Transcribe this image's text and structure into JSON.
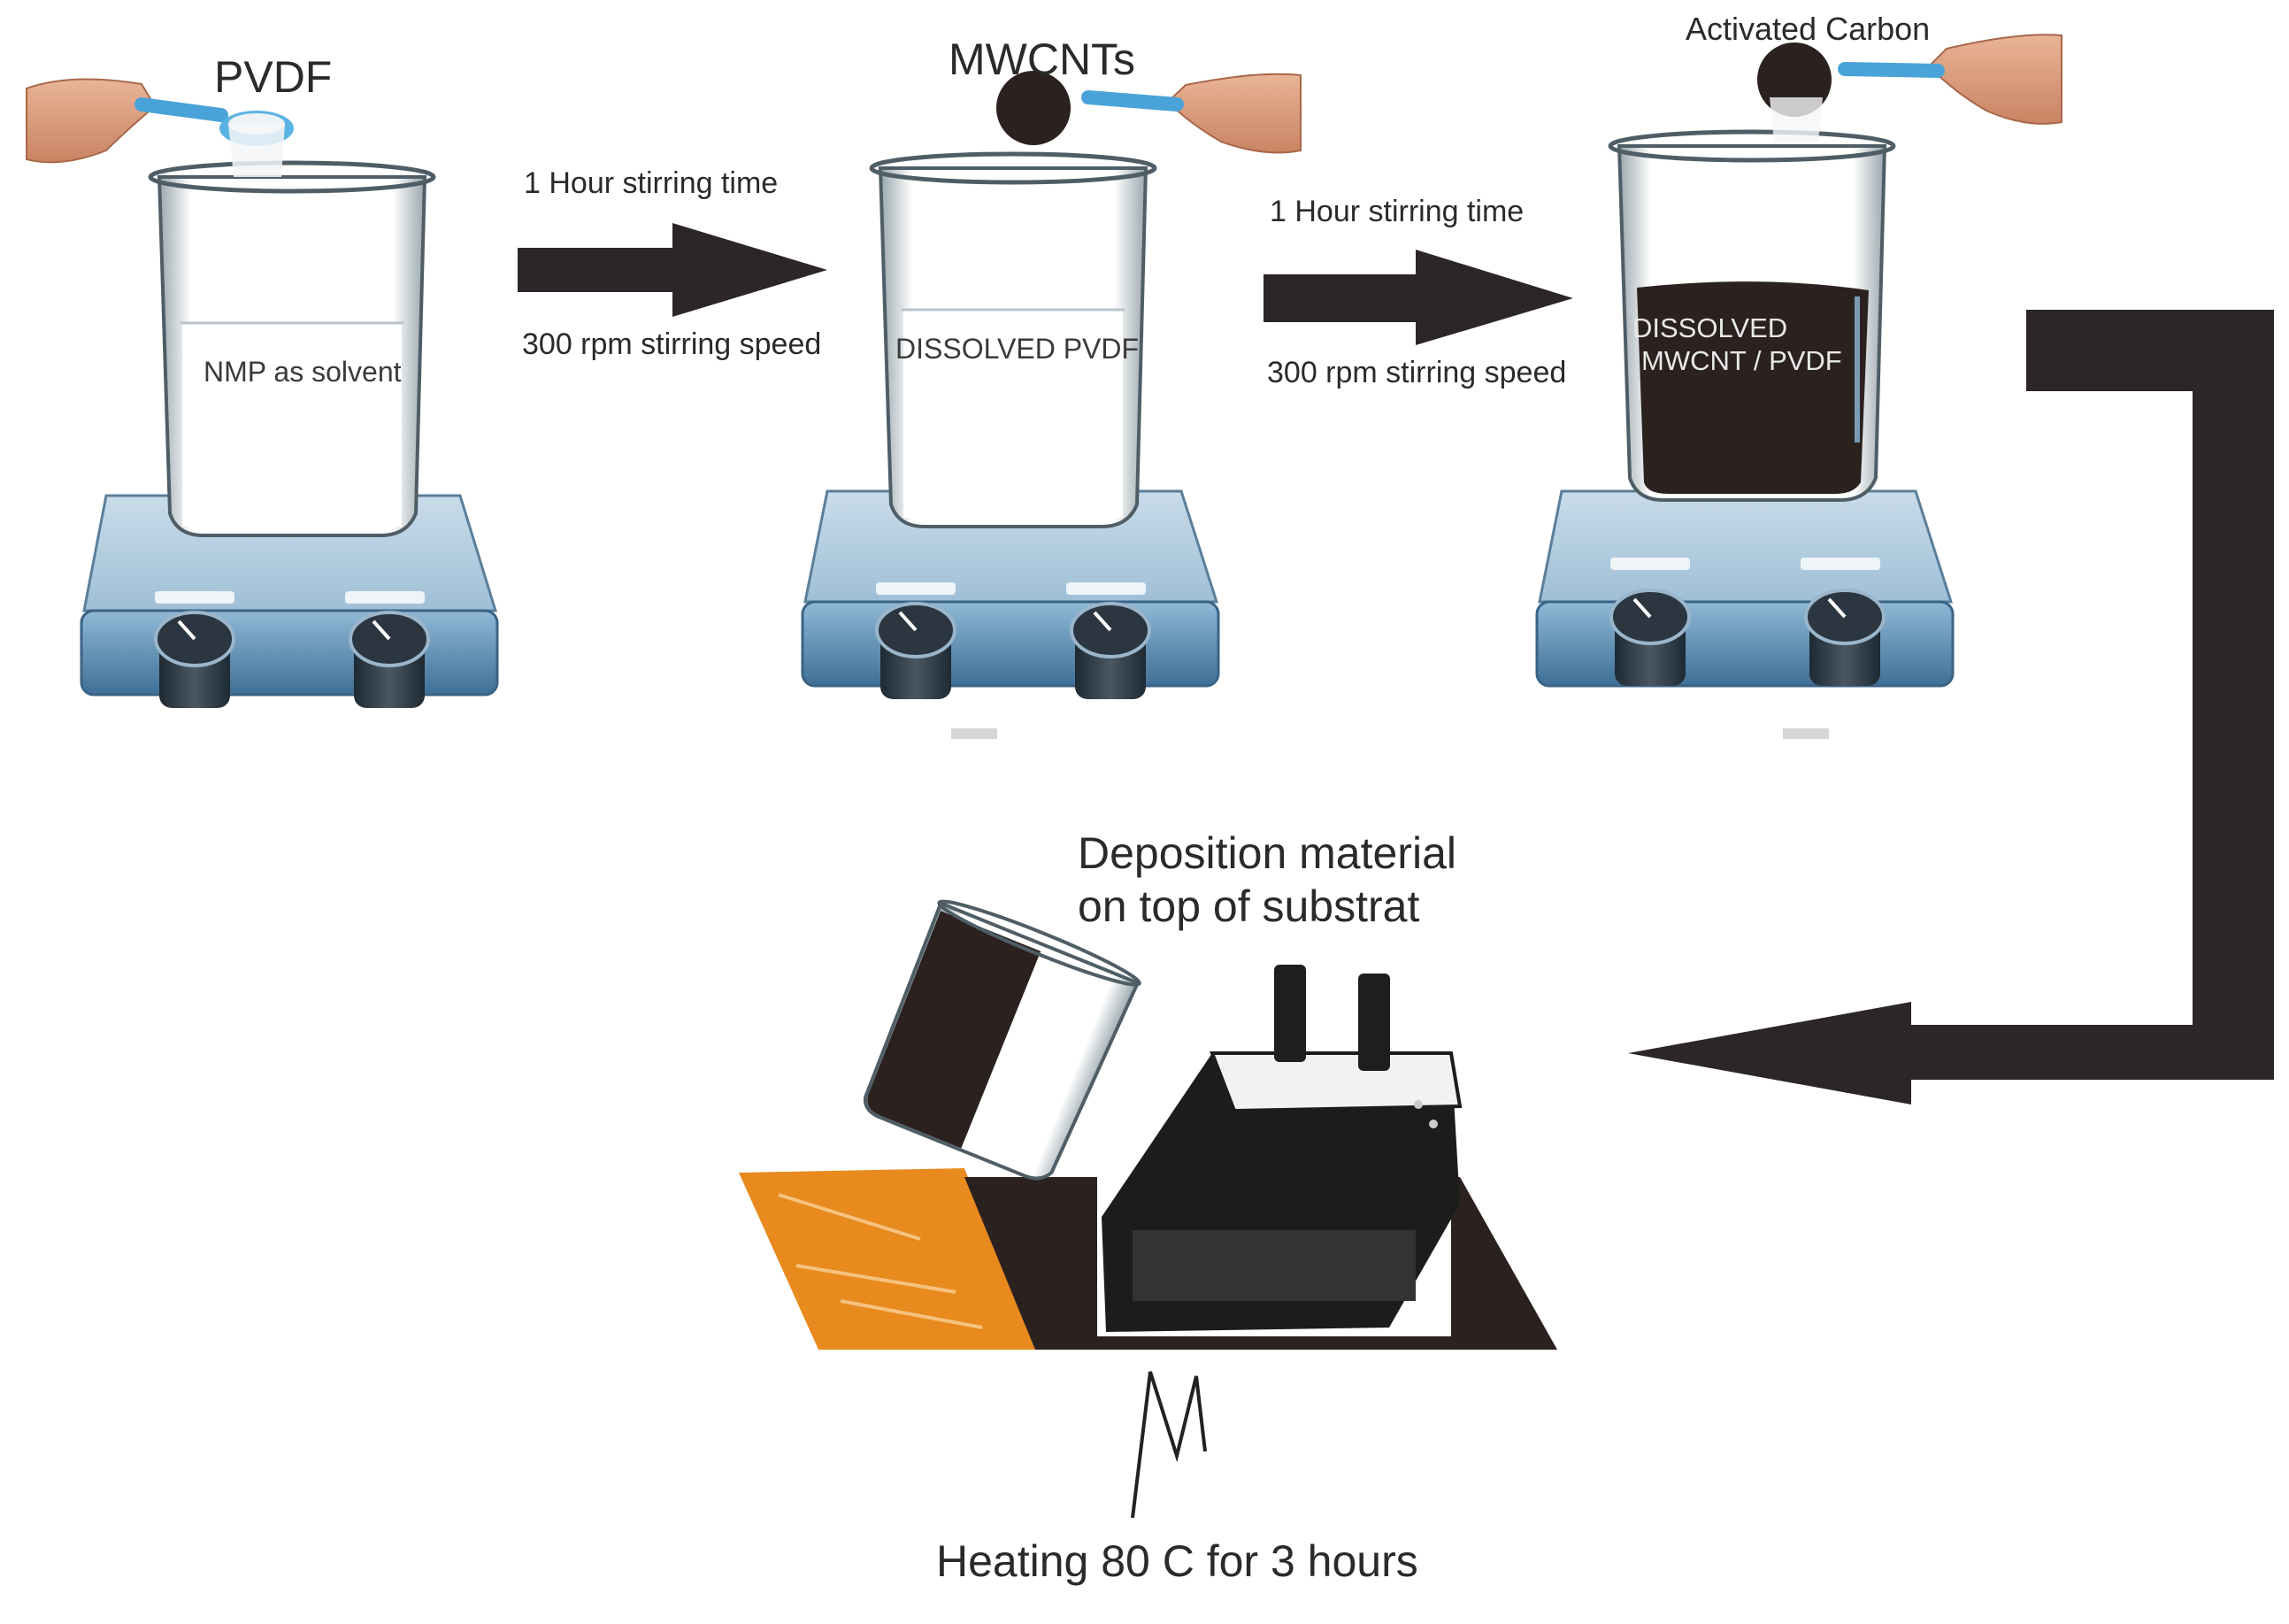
{
  "steps": [
    {
      "ingredient": "PVDF",
      "beaker_label": "NMP as solvent"
    },
    {
      "ingredient": "MWCNTs",
      "beaker_label": "DISSOLVED PVDF"
    },
    {
      "ingredient": "Activated Carbon",
      "beaker_label_line1": "DISSOLVED",
      "beaker_label_line2": "MWCNT / PVDF"
    }
  ],
  "arrows": [
    {
      "top": "1 Hour stirring time",
      "bottom": "300 rpm stirring speed"
    },
    {
      "top": "1 Hour stirring time",
      "bottom": "300 rpm stirring speed"
    }
  ],
  "deposition": {
    "title_line1": "Deposition material",
    "title_line2": "on top of substrat"
  },
  "heating": {
    "label": "Heating 80 C for 3 hours"
  },
  "colors": {
    "arrow": "#2d2626",
    "stirrer_body": "#5b90b8",
    "substrate": "#e88a1e",
    "solution_dark": "#2b2220"
  }
}
